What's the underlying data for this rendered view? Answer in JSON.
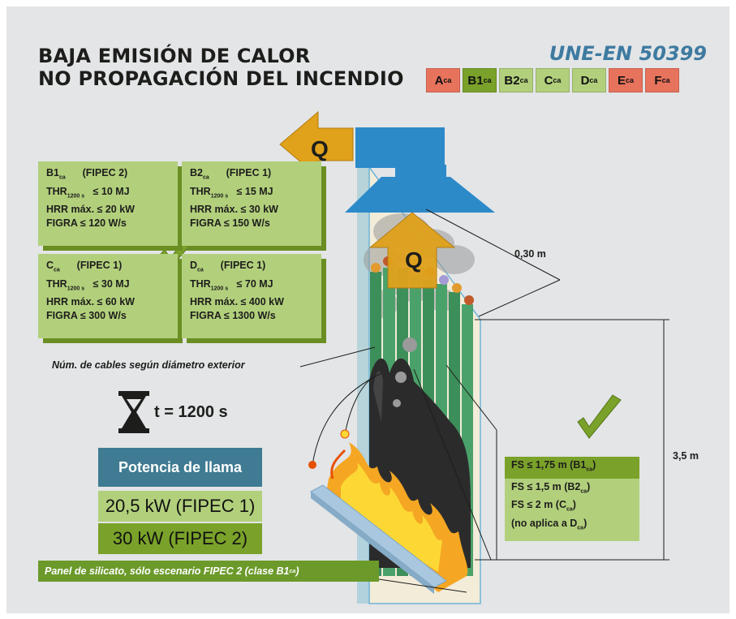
{
  "title": {
    "line1": "BAJA EMISIÓN DE CALOR",
    "line2": "NO PROPAGACIÓN DEL INCENDIO"
  },
  "standard": "UNE-EN 50399",
  "classes": [
    {
      "main": "A",
      "sub": "ca",
      "color": "#e8735c"
    },
    {
      "main": "B1",
      "sub": "ca",
      "color": "#7aa22a"
    },
    {
      "main": "B2",
      "sub": "ca",
      "color": "#b2d07c"
    },
    {
      "main": "C",
      "sub": "ca",
      "color": "#b2d07c"
    },
    {
      "main": "D",
      "sub": "ca",
      "color": "#b2d07c"
    },
    {
      "main": "E",
      "sub": "ca",
      "color": "#e8735c"
    },
    {
      "main": "F",
      "sub": "ca",
      "color": "#e8735c"
    }
  ],
  "boxes": {
    "b1": {
      "cls": "B1",
      "sub": "ca",
      "fipec": "(FIPEC 2)",
      "thr_label": "THR",
      "thr_sub": "1200 s",
      "thr_val": "≤ 10 MJ",
      "hrr": "HRR máx. ≤ 20 kW",
      "figra": "FIGRA ≤ 120 W/s"
    },
    "b2": {
      "cls": "B2",
      "sub": "ca",
      "fipec": "(FIPEC 1)",
      "thr_label": "THR",
      "thr_sub": "1200 s",
      "thr_val": "≤ 15 MJ",
      "hrr": "HRR máx. ≤ 30 kW",
      "figra": "FIGRA ≤ 150 W/s"
    },
    "c": {
      "cls": "C",
      "sub": "ca",
      "fipec": "(FIPEC 1)",
      "thr_label": "THR",
      "thr_sub": "1200 s",
      "thr_val": "≤ 30 MJ",
      "hrr": "HRR máx. ≤ 60 kW",
      "figra": "FIGRA ≤ 300 W/s"
    },
    "d": {
      "cls": "D",
      "sub": "ca",
      "fipec": "(FIPEC 1)",
      "thr_label": "THR",
      "thr_sub": "1200 s",
      "thr_val": "≤ 70 MJ",
      "hrr": "HRR máx. ≤ 400 kW",
      "figra": "FIGRA ≤ 1300 W/s"
    }
  },
  "q_label": "Q",
  "cables_label": "Núm. de cables según diámetro exterior",
  "time_label": "t = 1200 s",
  "power": {
    "title": "Potencia de llama",
    "rows": [
      {
        "text": "20,5 kW (FIPEC 1)",
        "color": "#b2d07c"
      },
      {
        "text": "30 kW (FIPEC 2)",
        "color": "#7aa22a"
      }
    ]
  },
  "dims": {
    "width": "0,30 m",
    "height": "3,5 m"
  },
  "fs": {
    "l1_pre": "FS ≤ 1,75 m (B1",
    "l1_sub": "ca",
    "l1_post": ")",
    "l2_pre": "FS ≤ 1,5 m (B2",
    "l2_sub": "ca",
    "l2_post": ")",
    "l3_pre": "FS ≤ 2 m (C",
    "l3_sub": "ca",
    "l3_post": ")",
    "l4_pre": "(no aplica a D",
    "l4_sub": "ca",
    "l4_post": ")"
  },
  "panel_note": {
    "pre": "Panel de silicato, sólo escenario FIPEC 2 (clase B1",
    "sub": "ca",
    "post": ")"
  },
  "colors": {
    "background": "#e3e5e7",
    "light_green": "#b2d07c",
    "dark_green": "#7aa22a",
    "shadow_green": "#6b8e23",
    "blue": "#2d8ac9",
    "arrow_orange": "#e0a11b",
    "cable_green": "#3d8f5a",
    "red_class": "#e8735c",
    "teal_header": "#3f7b92"
  }
}
